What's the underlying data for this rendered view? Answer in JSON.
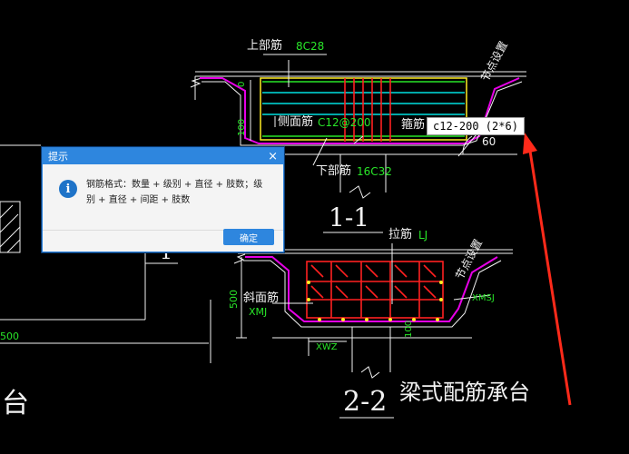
{
  "drawing": {
    "upper_bar_label": "上部筋",
    "upper_bar_value": "8C28",
    "side_bar_label": "侧面筋",
    "side_bar_value": "C12@200",
    "stirrup_label": "箍筋",
    "stirrup_value": "c12-200 (2*6)",
    "lower_bar_label": "下部筋",
    "lower_bar_value": "16C32",
    "node_setting_top": "节点设置",
    "node_setting_bottom": "节点设置",
    "angle_value": "60",
    "section_1": "1-1",
    "section_2": "2-2",
    "tie_bar_label": "拉筋",
    "tie_bar_value": "LJ",
    "slope_face_label": "斜面筋",
    "slope_face_value": "XMJ",
    "height_500": "500",
    "dim_xwz": "XWZ",
    "dim_xmsj": "XMSJ",
    "dim_100": "100",
    "dim_left_0": "0",
    "dim_left_100": "100",
    "left_dim_500": "500",
    "left_big_char": "台",
    "left_mark_1": "1",
    "caption": "梁式配筋承台"
  },
  "dialog": {
    "title": "提示",
    "message": "钢筋格式：数量 + 级别 + 直径 + 肢数；级别 + 直径 + 间距 + 肢数",
    "ok_label": "确定",
    "close_symbol": "×"
  },
  "colors": {
    "background": "#000000",
    "cad_white": "#f2f2f2",
    "cad_green": "#29e629",
    "rebar_red": "#ff2020",
    "cap_magenta": "#e600e6",
    "stirrup_cyan": "#00e0e0",
    "dialog_accent": "#2e86de",
    "arrow_red": "#ff2a1a"
  }
}
